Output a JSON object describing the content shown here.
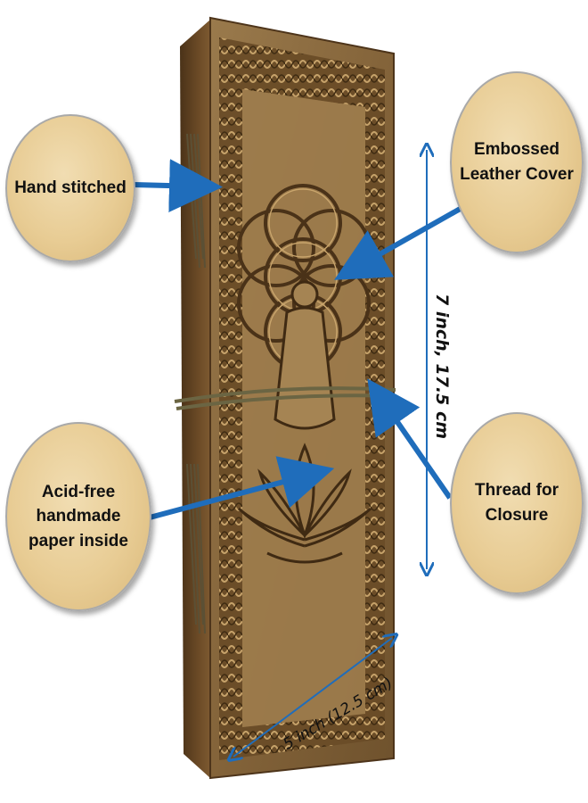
{
  "callouts": {
    "hand_stitched": "Hand stitched",
    "embossed_cover": "Embossed\nLeather Cover",
    "acid_free_paper": "Acid-free\nhandmade\npaper inside",
    "thread_closure": "Thread for\nClosure"
  },
  "dimensions": {
    "height": "7 inch, 17.5 cm",
    "width": "5 inch  (12.5 cm)"
  },
  "colors": {
    "arrow": "#1f6dbb",
    "leather": "#8a6a3e",
    "bubble_fill": "#ead099"
  }
}
